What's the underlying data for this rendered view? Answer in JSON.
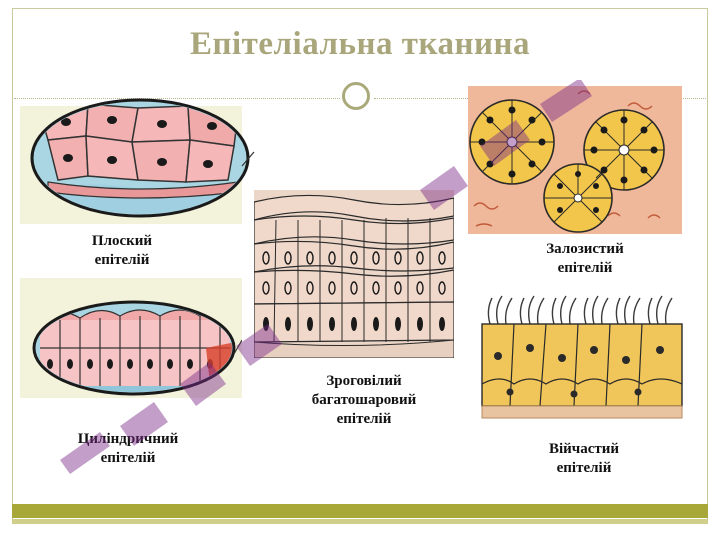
{
  "slide": {
    "title": "Епітеліальна тканина"
  },
  "panels": {
    "flat": {
      "caption_line1": "Плоский",
      "caption_line2": "епітелій"
    },
    "cylindrical": {
      "caption_line1": "Циліндричний",
      "caption_line2": "епітелій"
    },
    "keratinized": {
      "caption_line1": "Зроговілий",
      "caption_line2": "багатошаровий",
      "caption_line3": "епітелій"
    },
    "glandular": {
      "caption_line1": "Залозистий",
      "caption_line2": "епітелій"
    },
    "ciliated": {
      "caption_line1": "Війчастий",
      "caption_line2": "епітелій"
    }
  },
  "colors": {
    "title": "#a8a67a",
    "accent_bar": "#a8a838",
    "watermark": "#7a2a8a"
  }
}
